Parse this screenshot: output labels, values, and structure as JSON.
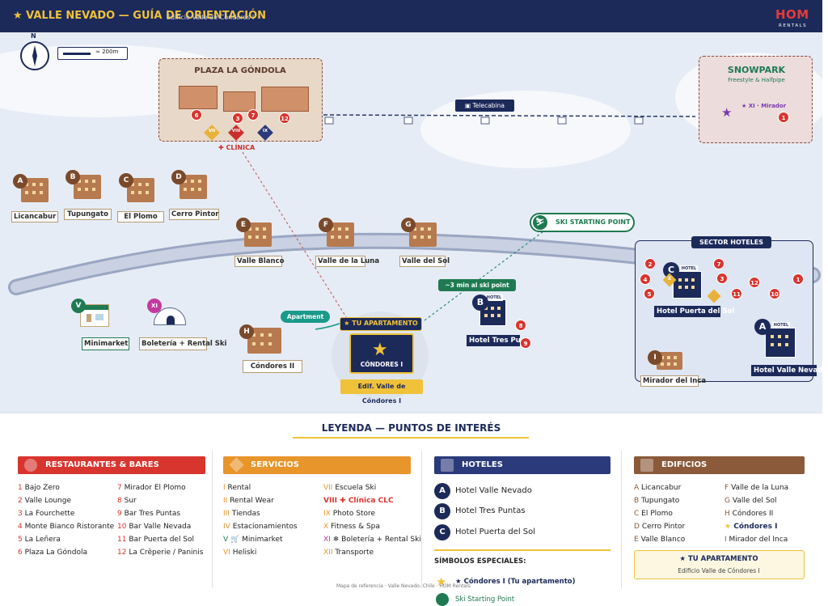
{
  "header": {
    "title": "★ VALLE NEVADO — GUÍA DE ORIENTACIÓN",
    "subtitle": "Edificio Valle de Cóndores I",
    "brand": "HOM",
    "brand_sub": "RENTALS"
  },
  "map": {
    "compass": "N",
    "scale": "≈ 200m",
    "plaza": {
      "title": "PLAZA LA GÓNDOLA",
      "clinic": "✚ CLÍNICA",
      "restaurants": [
        "6",
        "3",
        "7",
        "12"
      ],
      "services": [
        "VII",
        "VIII",
        "IX"
      ]
    },
    "snowpark": {
      "title": "SNOWPARK",
      "sub": "Freestyle & Halfpipe",
      "mirador": "★ XI · Mirador",
      "marker": "1"
    },
    "telecabina": "Telecabina",
    "ski_point": "SKI STARTING POINT",
    "ski_time": "~3 min al ski point",
    "apartment_tag": "Apartment",
    "tu_apartamento": "★ TU APARTAMENTO",
    "condores_i": "CÓNDORES I",
    "edif_label": "Edif. Valle de Cóndores I",
    "sector": "SECTOR HOTELES",
    "buildings": [
      {
        "letter": "A",
        "name": "Licancabur"
      },
      {
        "letter": "B",
        "name": "Tupungato"
      },
      {
        "letter": "C",
        "name": "El Plomo"
      },
      {
        "letter": "D",
        "name": "Cerro Pintor"
      },
      {
        "letter": "E",
        "name": "Valle Blanco"
      },
      {
        "letter": "F",
        "name": "Valle de la Luna"
      },
      {
        "letter": "G",
        "name": "Valle del Sol"
      },
      {
        "letter": "H",
        "name": "Cóndores II"
      },
      {
        "letter": "I",
        "name": "Mirador del Inca"
      }
    ],
    "hotels": [
      {
        "letter": "B",
        "name": "Hotel Tres Puntas",
        "tag": "HOTEL",
        "dots": [
          "8",
          "9"
        ]
      },
      {
        "letter": "C",
        "name": "Hotel Puerta del Sol",
        "tag": "HOTEL"
      },
      {
        "letter": "A",
        "name": "Hotel Valle Nevado",
        "tag": "HOTEL"
      }
    ],
    "sector_dots": [
      "2",
      "4",
      "5",
      "7",
      "3",
      "11",
      "12",
      "10",
      "1"
    ],
    "sector_service": "X",
    "minimarket": {
      "badge": "V",
      "label": "Minimarket"
    },
    "boleteria": {
      "badge": "XI",
      "label": "Boletería + Rental Ski"
    }
  },
  "legend": {
    "title": "LEYENDA — PUNTOS DE INTERÉS",
    "restaurantes": {
      "title": "RESTAURANTES & BARES",
      "col1": [
        {
          "n": "1",
          "t": "Bajo Zero"
        },
        {
          "n": "2",
          "t": "Valle Lounge"
        },
        {
          "n": "3",
          "t": "La Fourchette"
        },
        {
          "n": "4",
          "t": "Monte Bianco Ristorante"
        },
        {
          "n": "5",
          "t": "La Leñera"
        },
        {
          "n": "6",
          "t": "Plaza La Góndola"
        }
      ],
      "col2": [
        {
          "n": "7",
          "t": "Mirador El Plomo"
        },
        {
          "n": "8",
          "t": "Sur"
        },
        {
          "n": "9",
          "t": "Bar Tres Puntas"
        },
        {
          "n": "10",
          "t": "Bar Valle Nevada"
        },
        {
          "n": "11",
          "t": "Bar Puerta del Sol"
        },
        {
          "n": "12",
          "t": "La Crêperie / Paninis"
        }
      ]
    },
    "servicios": {
      "title": "SERVICIOS",
      "col1": [
        {
          "n": "I",
          "t": "Rental"
        },
        {
          "n": "II",
          "t": "Rental Wear"
        },
        {
          "n": "III",
          "t": "Tiendas"
        },
        {
          "n": "IV",
          "t": "Estacionamientos"
        },
        {
          "n": "V",
          "t": "🛒 Minimarket"
        },
        {
          "n": "VI",
          "t": "Heliski"
        }
      ],
      "col2": [
        {
          "n": "VII",
          "t": "Escuela Ski"
        },
        {
          "n": "VIII",
          "t": "✚ Clínica CLC"
        },
        {
          "n": "IX",
          "t": "Photo Store"
        },
        {
          "n": "X",
          "t": "Fitness & Spa"
        },
        {
          "n": "XI",
          "t": "❄ Boletería + Rental Ski"
        },
        {
          "n": "XII",
          "t": "Transporte"
        }
      ]
    },
    "hoteles": {
      "title": "HOTELES",
      "items": [
        {
          "n": "A",
          "t": "Hotel Valle Nevado"
        },
        {
          "n": "B",
          "t": "Hotel Tres Puntas"
        },
        {
          "n": "C",
          "t": "Hotel Puerta del Sol"
        }
      ],
      "special_title": "SÍMBOLOS ESPECIALES:",
      "special": [
        {
          "t": "★ Cóndores I (Tu apartamento)"
        },
        {
          "t": "Ski Starting Point"
        }
      ]
    },
    "edificios": {
      "title": "EDIFICIOS",
      "col1": [
        {
          "n": "A",
          "t": "Licancabur"
        },
        {
          "n": "B",
          "t": "Tupungato"
        },
        {
          "n": "C",
          "t": "El Plomo"
        },
        {
          "n": "D",
          "t": "Cerro Pintor"
        },
        {
          "n": "E",
          "t": "Valle Blanco"
        }
      ],
      "col2": [
        {
          "n": "F",
          "t": "Valle de la Luna"
        },
        {
          "n": "G",
          "t": "Valle del Sol"
        },
        {
          "n": "H",
          "t": "Cóndores II"
        },
        {
          "n": "★",
          "t": "Cóndores I"
        },
        {
          "n": "I",
          "t": "Mirador del Inca"
        }
      ],
      "box_title": "★ TU APARTAMENTO",
      "box_sub": "Edificio Valle de Cóndores I"
    },
    "footer": "Mapa de referencia · Valle Nevado, Chile · HOM Rentals"
  },
  "colors": {
    "navy": "#1c2a5a",
    "gold": "#f0c23a",
    "red": "#d8352f",
    "brown": "#7a4a2a",
    "green": "#1f7a52",
    "orange": "#e8952b"
  }
}
